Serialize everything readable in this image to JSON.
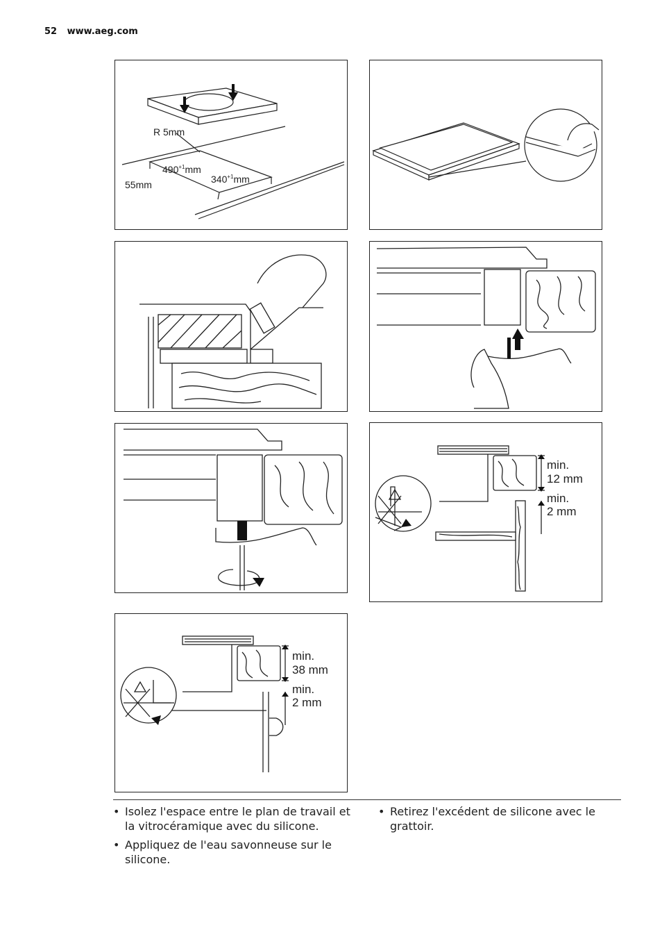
{
  "header": {
    "page_number": "52",
    "site": "www.aeg.com"
  },
  "figure1": {
    "radius": "R 5mm",
    "width_num": "490",
    "length_num": "340",
    "tol": "+1",
    "unit": "mm",
    "edge": "55mm"
  },
  "figure6": {
    "min_top": "min.",
    "top_val": "12 mm",
    "min_bottom": "min.",
    "bottom_val": "2 mm"
  },
  "figure7": {
    "min_top": "min.",
    "top_val": "38 mm",
    "min_bottom": "min.",
    "bottom_val": "2 mm"
  },
  "instructions": {
    "left": [
      "Isolez l'espace entre le plan de travail et la vitrocéramique avec du silicone.",
      "Appliquez de l'eau savonneuse sur le silicone."
    ],
    "right": [
      "Retirez l'excédent de silicone avec le grattoir."
    ]
  }
}
